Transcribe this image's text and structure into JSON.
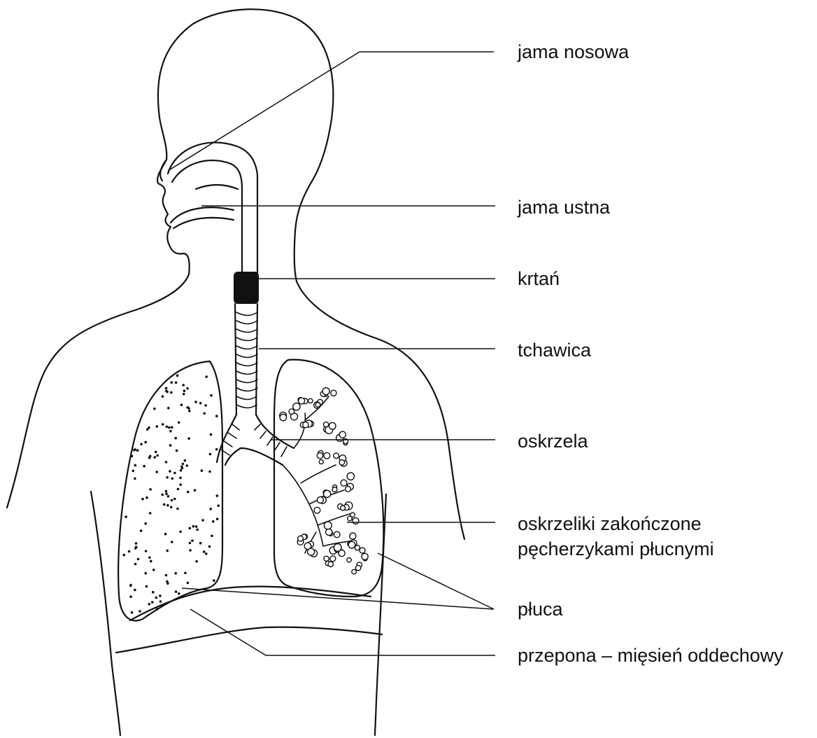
{
  "labels": {
    "jama_nosowa": "jama nosowa",
    "jama_ustna": "jama ustna",
    "krtan": "krtań",
    "tchawica": "tchawica",
    "oskrzela": "oskrzela",
    "oskrzeliki_line1": "oskrzeliki zakończone",
    "oskrzeliki_line2": "pęcherzykami płucnymi",
    "pluca": "płuca",
    "przepona": "przepona – mięsień oddechowy"
  }
}
